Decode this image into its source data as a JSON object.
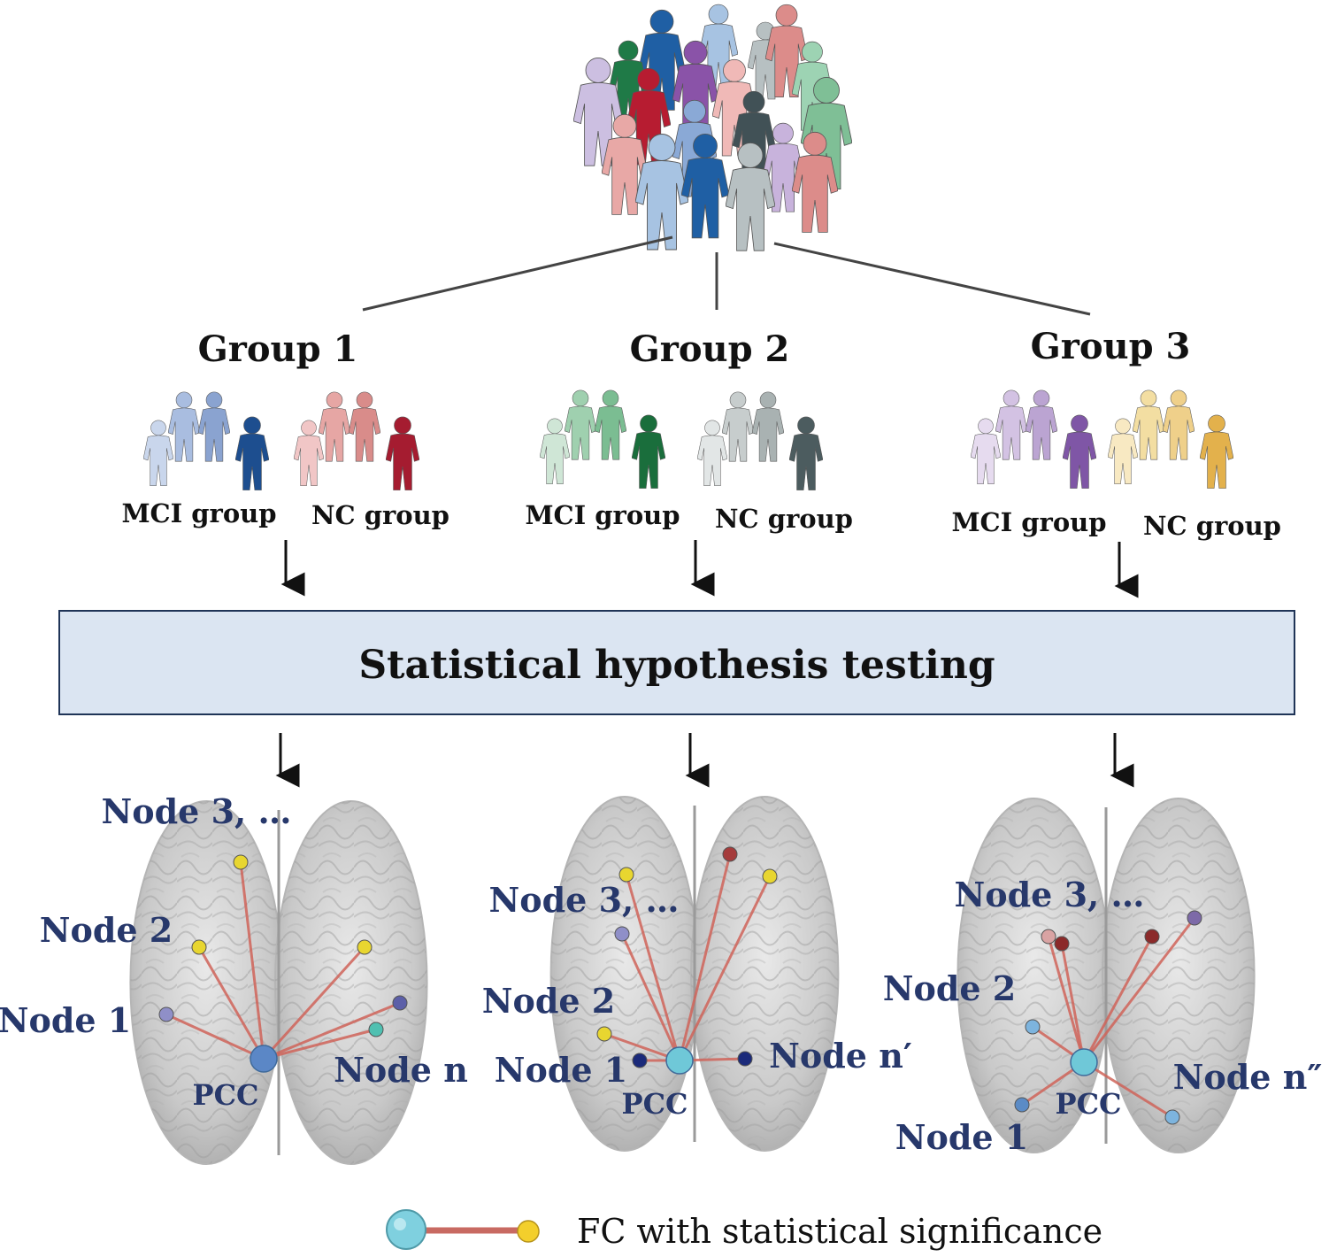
{
  "groups": [
    {
      "title": "Group 1",
      "mci_label": "MCI group",
      "nc_label": "NC group",
      "mci_colors": [
        "#c9d6ec",
        "#a9bde0",
        "#8aa3d0",
        "#1d4e8f"
      ],
      "nc_colors": [
        "#f1c6c6",
        "#e6a6a4",
        "#d98c8a",
        "#a51c30"
      ]
    },
    {
      "title": "Group 2",
      "mci_label": "MCI group",
      "nc_label": "NC group",
      "mci_colors": [
        "#cfe6d6",
        "#9fd0af",
        "#7bbd92",
        "#1a6e3c"
      ],
      "nc_colors": [
        "#e2e6e6",
        "#c7cdcd",
        "#a9b2b2",
        "#4c5c5f"
      ]
    },
    {
      "title": "Group 3",
      "mci_label": "MCI group",
      "nc_label": "NC group",
      "mci_colors": [
        "#e6dbef",
        "#d3c2e3",
        "#bba4d2",
        "#7f56a6"
      ],
      "nc_colors": [
        "#f8e9c2",
        "#f3dea2",
        "#efd08a",
        "#e3b14c"
      ]
    }
  ],
  "process": {
    "title": "Statistical hypothesis testing",
    "fill": "#dbe5f2",
    "stroke": "#1f3457"
  },
  "brains": [
    {
      "node_labels": {
        "n3": "Node 3, …",
        "n2": "Node 2",
        "n1": "Node 1",
        "nn": "Node n"
      },
      "pcc": "PCC"
    },
    {
      "node_labels": {
        "n3": "Node 3, …",
        "n2": "Node 2",
        "n1": "Node 1",
        "nn": "Node n′"
      },
      "pcc": "PCC"
    },
    {
      "node_labels": {
        "n3": "Node 3, …",
        "n2": "Node 2",
        "n1": "Node 1",
        "nn": "Node n″"
      },
      "pcc": "PCC"
    }
  ],
  "legend": {
    "text": "FC with statistical significance"
  },
  "crowd_colors": [
    "#a7c3e2",
    "#1f5fa4",
    "#b7c0c2",
    "#dc8c8a",
    "#1f7a47",
    "#ccbfe1",
    "#8a53a8",
    "#f0b9b7",
    "#9dd3b3",
    "#7fbf96",
    "#b71c31",
    "#415156",
    "#8aa9d6",
    "#e8a8a6",
    "#c8b3dc"
  ]
}
